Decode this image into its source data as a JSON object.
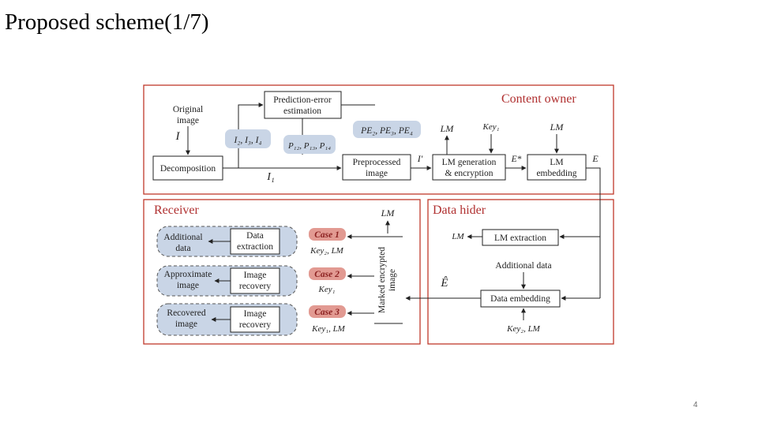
{
  "slide": {
    "title": "Proposed scheme(1/7)",
    "page_number": "4"
  },
  "diagram": {
    "sections": {
      "content_owner": "Content owner",
      "receiver": "Receiver",
      "data_hider": "Data hider"
    },
    "content_owner": {
      "original_image": [
        "Original",
        "image"
      ],
      "I": "I",
      "decomposition": "Decomposition",
      "prediction_error": [
        "Prediction-error",
        "estimation"
      ],
      "i_list": "I₂, I₃, I₄",
      "pe_list": "PE₂, PE₃, PE₄",
      "p_list": "P₁₂, P₁₃, P₁₄",
      "I1": "I₁",
      "preprocessed": [
        "Preprocessed",
        "image"
      ],
      "I_prime": "I′",
      "lm_top_left": "LM",
      "key1_top": "Key₁",
      "lm_generation": [
        "LM generation",
        "& encryption"
      ],
      "E_star": "E*",
      "lm_top_right": "LM",
      "lm_embedding": [
        "LM",
        "embedding"
      ],
      "E": "E"
    },
    "data_hider": {
      "lm": "LM",
      "lm_extraction": "LM extraction",
      "additional_data": "Additional data",
      "e_hat": "Ê",
      "data_embedding": "Data embedding",
      "key2_lm": "Key₂, LM"
    },
    "receiver": {
      "lm": "LM",
      "marked_encrypted": [
        "Marked encrypted",
        "image"
      ],
      "cases": [
        {
          "result": [
            "Additional",
            "data"
          ],
          "process": [
            "Data",
            "extraction"
          ],
          "label": "Case 1",
          "keys": "Key₂, LM"
        },
        {
          "result": [
            "Approximate",
            "image"
          ],
          "process": [
            "Image",
            "recovery"
          ],
          "label": "Case 2",
          "keys": "Key₁"
        },
        {
          "result": [
            "Recovered",
            "image"
          ],
          "process": [
            "Image",
            "recovery"
          ],
          "label": "Case 3",
          "keys": "Key₁, LM"
        }
      ]
    },
    "colors": {
      "frame": "#c0392b",
      "pill_fill": "#c9d5e6",
      "case_fill": "#e29a92",
      "box_stroke": "#222222"
    }
  }
}
